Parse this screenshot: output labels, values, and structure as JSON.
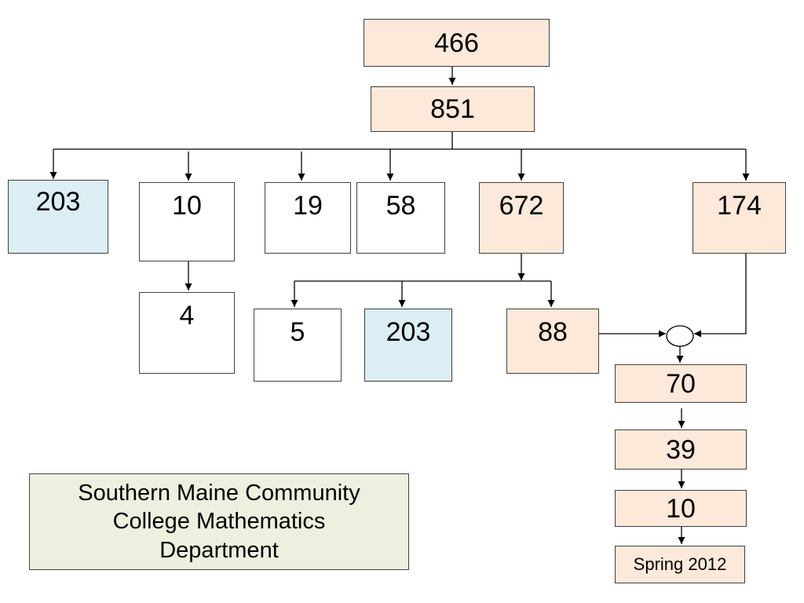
{
  "nodes": {
    "n466": "466",
    "n851": "851",
    "n203a": "203",
    "n10a": "10",
    "n19": "19",
    "n58": "58",
    "n672": "672",
    "n174": "174",
    "n4": "4",
    "n5": "5",
    "n203b": "203",
    "n88": "88",
    "n70": "70",
    "n39": "39",
    "n10b": "10"
  },
  "footer_label": "Spring 2012",
  "department_note": "Southern Maine Community College Mathematics Department",
  "colors": {
    "peach": "#fde9d9",
    "light_blue": "#dbeef4",
    "light_green": "#ebf1de",
    "border": "#404040"
  }
}
